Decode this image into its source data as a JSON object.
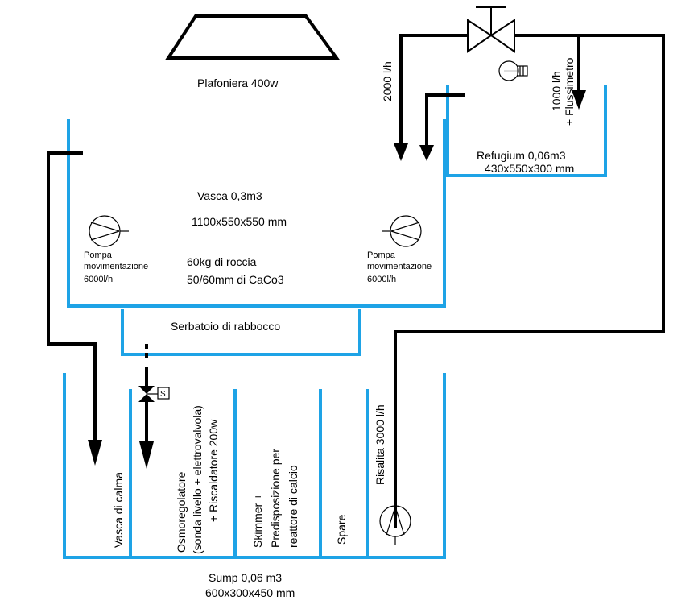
{
  "lamp_label": "Plafoniera 400w",
  "main_tank": {
    "name": "Vasca 0,3m3",
    "size": "1100x550x550 mm",
    "rock_line1": "60kg di roccia",
    "rock_line2": "50/60mm di CaCo3"
  },
  "pumps": {
    "left": [
      "Pompa",
      "movimentazione",
      "6000l/h"
    ],
    "right": [
      "Pompa",
      "movimentazione",
      "6000l/h"
    ]
  },
  "topoff_label": "Serbatoio di rabbocco",
  "refugium": {
    "name": "Refugium 0,06m3",
    "size": "430x550x300 mm"
  },
  "flows": {
    "f2000": "2000 l/h",
    "f1000_a": "1000 l/h",
    "f1000_b": "+ Flussimetro"
  },
  "sump": {
    "name": "Sump  0,06 m3",
    "size": "600x300x450 mm",
    "sections": {
      "calma": "Vasca di calma",
      "osmo_1": "Osmoregolatore",
      "osmo_2": "(sonda livello + elettrovalvola)",
      "osmo_3": "+ Riscaldatore 200w",
      "skim_1": "Skimmer  +",
      "skim_2": "Predisposizione per",
      "skim_3": "reattore di calcio",
      "spare": "Spare",
      "risalita": "Risalita 3000 l/h"
    }
  },
  "solenoid_tag": "S",
  "colors": {
    "tank": "#1ea3e6",
    "pipe": "#000000"
  }
}
